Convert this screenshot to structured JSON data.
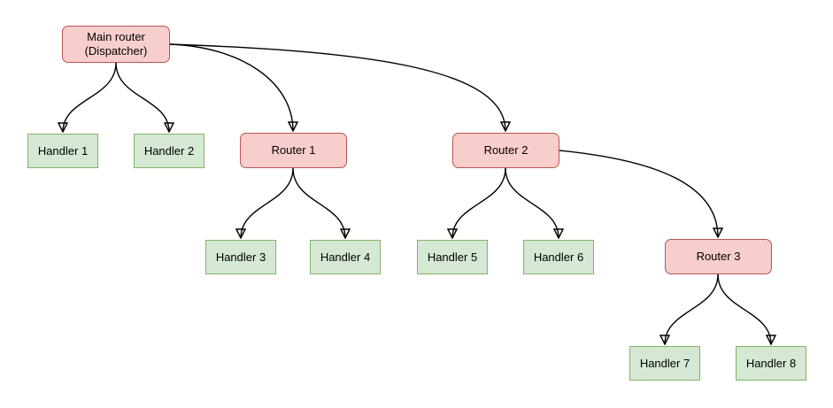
{
  "diagram": {
    "nodes": {
      "main_router": {
        "label_line1": "Main router",
        "label_line2": "(Dispatcher)",
        "type": "router"
      },
      "router_1": {
        "label": "Router 1",
        "type": "router"
      },
      "router_2": {
        "label": "Router 2",
        "type": "router"
      },
      "router_3": {
        "label": "Router 3",
        "type": "router"
      },
      "handler_1": {
        "label": "Handler 1",
        "type": "handler"
      },
      "handler_2": {
        "label": "Handler 2",
        "type": "handler"
      },
      "handler_3": {
        "label": "Handler 3",
        "type": "handler"
      },
      "handler_4": {
        "label": "Handler 4",
        "type": "handler"
      },
      "handler_5": {
        "label": "Handler 5",
        "type": "handler"
      },
      "handler_6": {
        "label": "Handler 6",
        "type": "handler"
      },
      "handler_7": {
        "label": "Handler 7",
        "type": "handler"
      },
      "handler_8": {
        "label": "Handler 8",
        "type": "handler"
      }
    },
    "edges": [
      {
        "from": "main_router",
        "to": "handler_1"
      },
      {
        "from": "main_router",
        "to": "handler_2"
      },
      {
        "from": "main_router",
        "to": "router_1"
      },
      {
        "from": "main_router",
        "to": "router_2"
      },
      {
        "from": "router_1",
        "to": "handler_3"
      },
      {
        "from": "router_1",
        "to": "handler_4"
      },
      {
        "from": "router_2",
        "to": "handler_5"
      },
      {
        "from": "router_2",
        "to": "handler_6"
      },
      {
        "from": "router_2",
        "to": "router_3"
      },
      {
        "from": "router_3",
        "to": "handler_7"
      },
      {
        "from": "router_3",
        "to": "handler_8"
      }
    ],
    "colors": {
      "router_fill": "#f8cecc",
      "router_border": "#b85450",
      "handler_fill": "#d5e8d4",
      "handler_border": "#82b366",
      "edge": "#000000",
      "background": "#ffffff"
    }
  }
}
